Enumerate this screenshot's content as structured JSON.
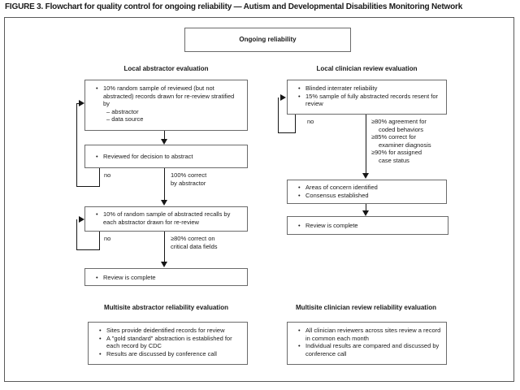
{
  "title": "FIGURE 3. Flowchart for quality control for ongoing reliability — Autism and Developmental Disabilities Monitoring Network",
  "colors": {
    "ink": "#1a1a1a",
    "box_border": "#6b6b6b",
    "frame_border": "#5a5a5a",
    "background": "#ffffff"
  },
  "flow": {
    "root": "Ongoing reliability",
    "left": {
      "heading": "Local abstractor evaluation",
      "box1": {
        "item1": "10% random sample of reviewed (but not abstracted) records drawn for re-review stratified by",
        "sub1": "– abstractor",
        "sub2": "– data source"
      },
      "box2": {
        "item1": "Reviewed for decision to abstract"
      },
      "gate1": {
        "no": "no",
        "yes_line1": "100% correct",
        "yes_line2": "by abstractor"
      },
      "box3": {
        "item1": "10% of random sample of abstracted recalls by each abstractor drawn for re-review"
      },
      "gate2": {
        "no": "no",
        "yes_line1": "≥80% correct on",
        "yes_line2": "critical data fields"
      },
      "box4": {
        "item1": "Review is complete"
      }
    },
    "right": {
      "heading": "Local clinician review evaluation",
      "box1": {
        "item1": "Blinded interrater reliability",
        "item2": "15% sample of fully abstracted records resent for review"
      },
      "gate": {
        "no": "no",
        "c1": "≥80% agreement for",
        "c2": "coded behaviors",
        "c3": "≥85% correct for",
        "c4": "examiner diagnosis",
        "c5": "≥90% for assigned",
        "c6": "case status"
      },
      "box2": {
        "item1": "Areas of concern identified",
        "item2": "Consensus established"
      },
      "box3": {
        "item1": "Review is complete"
      }
    },
    "bottom_left": {
      "heading": "Multisite abstractor reliability evaluation",
      "box": {
        "item1": "Sites provide deidentified records for review",
        "item2": "A \"gold standard\" abstraction is established for each record by CDC",
        "item3": "Results are discussed by conference call"
      }
    },
    "bottom_right": {
      "heading": "Multisite clinician review reliability evaluation",
      "box": {
        "item1": "All clinician reviewers across sites review a record in common each month",
        "item2": "Individual results are compared and discussed by conference call"
      }
    }
  }
}
